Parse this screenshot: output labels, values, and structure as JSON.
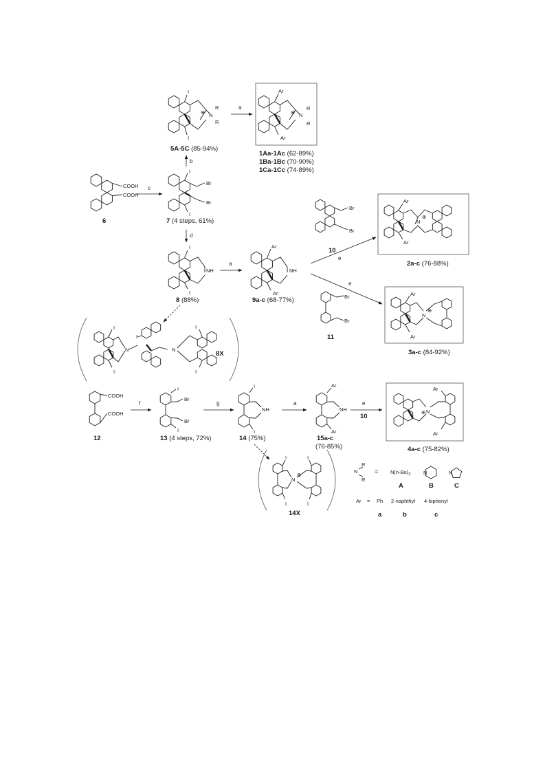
{
  "compounds": {
    "c6": {
      "label": "6"
    },
    "c7": {
      "label": "7",
      "yield": "(4 steps, 61%)"
    },
    "c5": {
      "label": "5A-5C",
      "yield": "(85-94%)"
    },
    "c1": {
      "lines": [
        {
          "label": "1Aa-1Ac",
          "yield": "(62-89%)"
        },
        {
          "label": "1Ba-1Bc",
          "yield": "(70-90%)"
        },
        {
          "label": "1Ca-1Cc",
          "yield": "(74-89%)"
        }
      ]
    },
    "c8": {
      "label": "8",
      "yield": "(88%)"
    },
    "c9": {
      "label": "9a-c",
      "yield": "(68-77%)"
    },
    "c10": {
      "label": "10"
    },
    "c11": {
      "label": "11"
    },
    "c2": {
      "label": "2a-c",
      "yield": "(76-88%)"
    },
    "c3": {
      "label": "3a-c",
      "yield": "(84-92%)"
    },
    "c8x": {
      "label": "8X"
    },
    "c12": {
      "label": "12"
    },
    "c13": {
      "label": "13",
      "yield": "(4 steps, 72%)"
    },
    "c14": {
      "label": "14",
      "yield": "(75%)"
    },
    "c15": {
      "label": "15a-c",
      "yield": "(76-85%)"
    },
    "c4": {
      "label": "4a-c",
      "yield": "(75-82%)"
    },
    "c14x": {
      "label": "14X"
    }
  },
  "atoms": {
    "I": "I",
    "Br": "Br",
    "N": "N",
    "NH": "NH",
    "R": "R",
    "Ar": "Ar",
    "cooh": "COOH",
    "plus": "⊕"
  },
  "conditions": {
    "a": "a",
    "b": "b",
    "c": "c",
    "d": "d",
    "e": "e",
    "f": "f",
    "g": "g",
    "reagent_10": "10"
  },
  "legend": {
    "equals": "=",
    "amine_options": [
      {
        "text": "N(n-Bu)",
        "sub": "2",
        "key": "A"
      },
      {
        "key": "B"
      },
      {
        "key": "C"
      }
    ],
    "ar_label": "Ar",
    "ar_options": [
      {
        "text": "Ph",
        "key": "a"
      },
      {
        "text": "2-naphthyl",
        "key": "b"
      },
      {
        "text": "4-biphenyl",
        "key": "c"
      }
    ]
  }
}
